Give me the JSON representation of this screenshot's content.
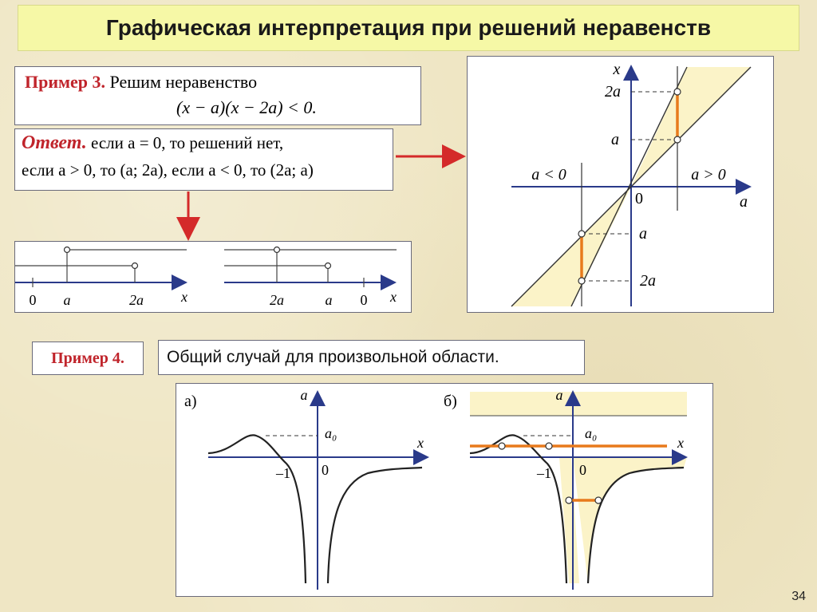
{
  "title": "Графическая интерпретация при решений неравенств",
  "example3": {
    "label": "Пример 3.",
    "text": "Решим неравенство",
    "formula": "(x − a)(x − 2a) < 0."
  },
  "answer": {
    "label": "Ответ.",
    "line1": "если a = 0, то решений нет,",
    "line2": "если a > 0, то (a; 2a), если a < 0, то (2a; a)"
  },
  "numberlines": {
    "left": [
      "0",
      "a",
      "2a",
      "x"
    ],
    "right": [
      "2a",
      "a",
      "0",
      "x"
    ]
  },
  "graph_top": {
    "axis_x": "a",
    "axis_y": "x",
    "labels": [
      "2a",
      "a",
      "a",
      "2a",
      "a < 0",
      "a > 0",
      "0"
    ]
  },
  "example4": {
    "label": "Пример 4.",
    "note": "Общий случай для произвольной области."
  },
  "graph_bottom": {
    "a_label": "а)",
    "b_label": "б)",
    "axis_y": "a",
    "axis_x": "x",
    "a0": "a₀",
    "minus_one": "–1",
    "zero": "0"
  },
  "page_number": "34",
  "colors": {
    "red": "#c0242b",
    "axis": "#2a3a8a",
    "orange": "#e87a1c",
    "shade": "#fbf3c8",
    "title_bg": "#f6f8a6"
  }
}
